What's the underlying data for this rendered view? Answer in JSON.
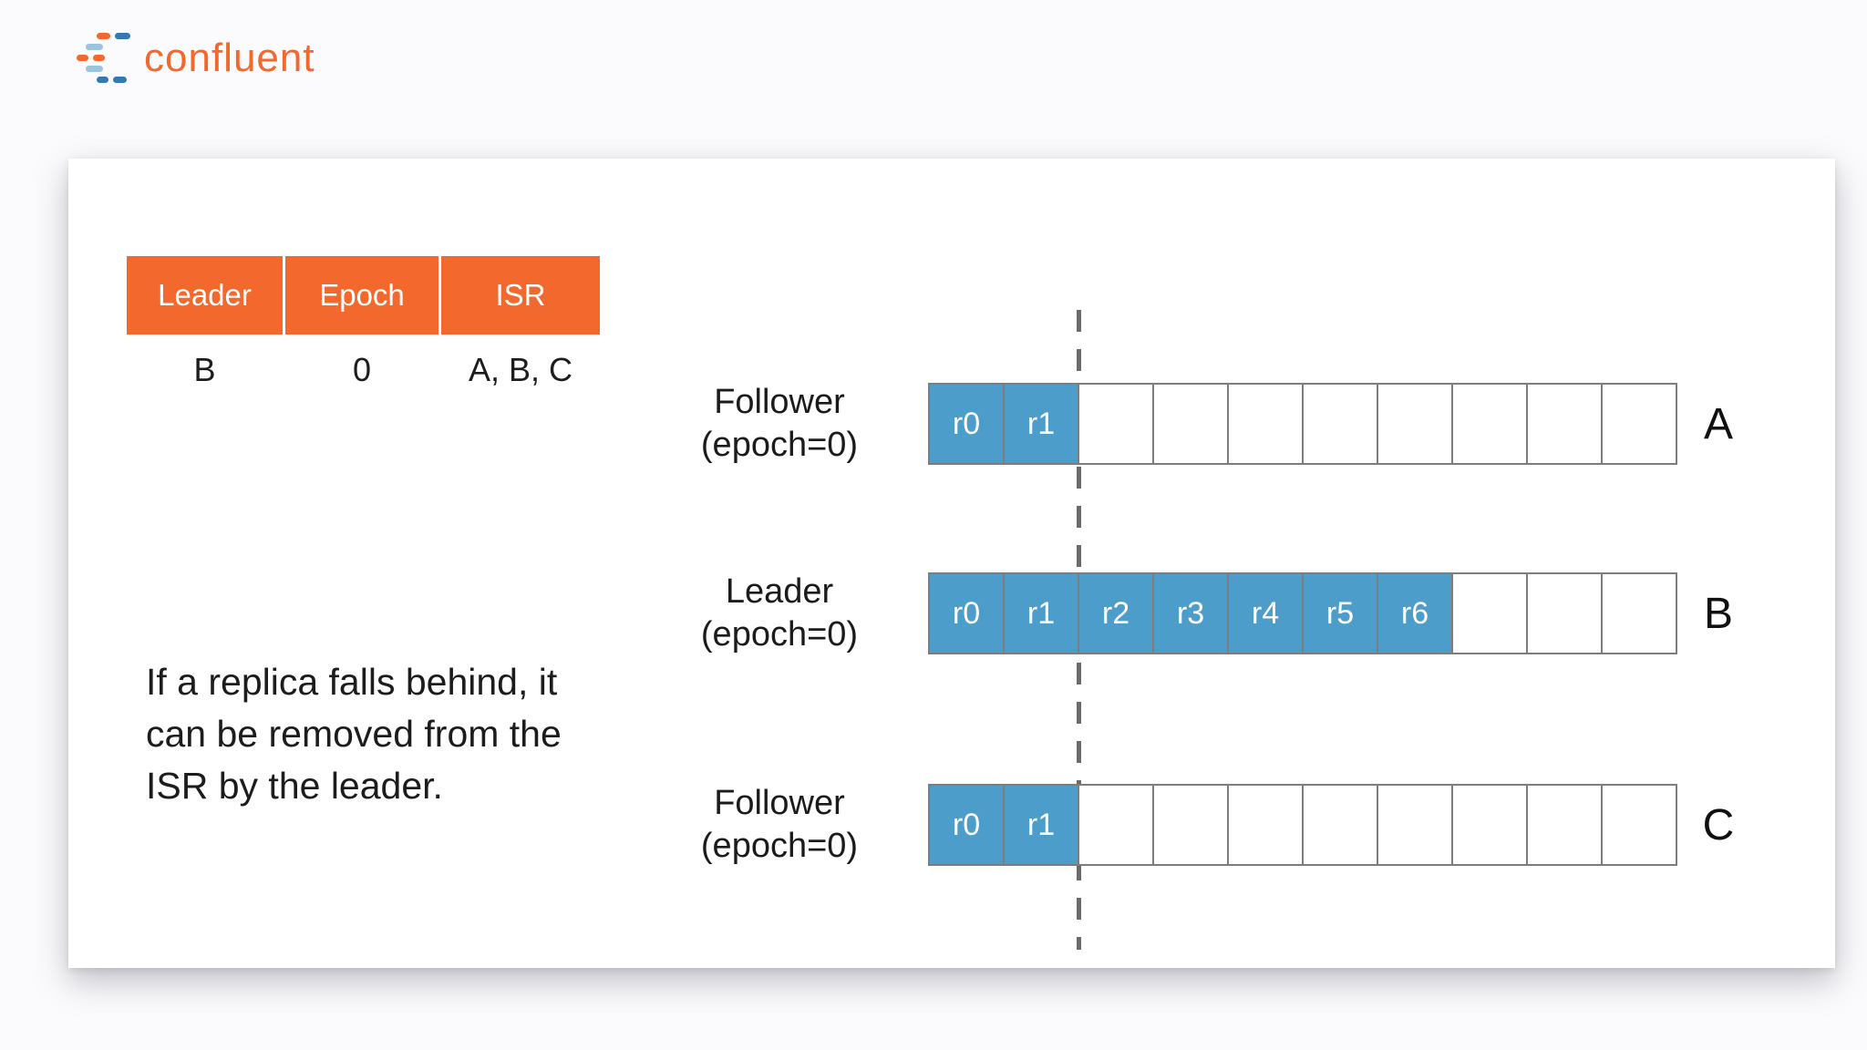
{
  "brand": {
    "logo_text": "confluent",
    "logo_color": "#F2682D",
    "logo_dash_colors": {
      "orange": "#F2682D",
      "light_blue": "#9BC4DE",
      "dark_blue": "#3379B2"
    }
  },
  "table": {
    "headers": [
      "Leader",
      "Epoch",
      "ISR"
    ],
    "row": [
      "B",
      "0",
      "A, B, C"
    ],
    "header_bg": "#F2682D",
    "header_text_color": "#FFFFFF"
  },
  "caption": {
    "lines": [
      "If a replica falls behind, it",
      "can be removed from the",
      "ISR by the leader."
    ]
  },
  "diagram": {
    "total_slots": 10,
    "record_fill": "#4D9DCB",
    "cell_border_color": "#7D7D7D",
    "divider_color": "#6B6B6B",
    "replicas": [
      {
        "id": "A",
        "role": "Follower",
        "epoch": "(epoch=0)",
        "records": [
          "r0",
          "r1"
        ]
      },
      {
        "id": "B",
        "role": "Leader",
        "epoch": "(epoch=0)",
        "records": [
          "r0",
          "r1",
          "r2",
          "r3",
          "r4",
          "r5",
          "r6"
        ]
      },
      {
        "id": "C",
        "role": "Follower",
        "epoch": "(epoch=0)",
        "records": [
          "r0",
          "r1"
        ]
      }
    ]
  }
}
